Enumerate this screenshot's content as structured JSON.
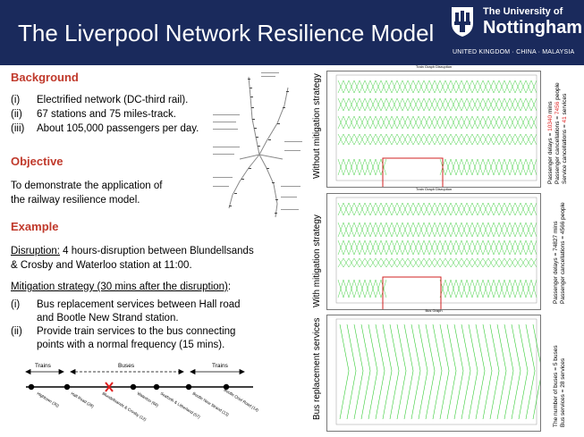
{
  "header": {
    "title": "The Liverpool Network Resilience Model",
    "university_line1": "The University of",
    "university_line2": "Nottingham",
    "campuses": "UNITED KINGDOM · CHINA · MALAYSIA"
  },
  "background": {
    "heading": "Background",
    "items": [
      {
        "num": "(i)",
        "text": "Electrified network (DC-third rail)."
      },
      {
        "num": "(ii)",
        "text": "67 stations and 75 miles-track."
      },
      {
        "num": "(iii)",
        "text": "About 105,000 passengers per day."
      }
    ]
  },
  "objective": {
    "heading": "Objective",
    "line1": "To demonstrate the application of",
    "line2": "the railway resilience model."
  },
  "example": {
    "heading": "Example",
    "disruption_label": "Disruption:",
    "disruption_line1": " 4 hours-disruption between Blundellsands",
    "disruption_line2": "& Crosby and Waterloo station at 11:00.",
    "mitigation_label": "Mitigation strategy (30 mins after the disruption)",
    "mitigation_colon": ":",
    "items": [
      {
        "num": "(i)",
        "line1": "Bus replacement services between Hall road",
        "line2": "and Bootle New Strand station."
      },
      {
        "num": "(ii)",
        "line1": "Provide train services to the bus connecting",
        "line2": "points with a normal frequency (15 mins)."
      }
    ]
  },
  "timeline": {
    "trains_left": "Trains",
    "buses": "Buses",
    "trains_right": "Trains",
    "stations": [
      "Hightown (30)",
      "Hall Road (28)",
      "Blundellsands & Crosby (12)",
      "Waterloo (66)",
      "Seaforth & Litherland (57)",
      "Bootle New Strand (13)",
      "Bootle Oriel Road (14)"
    ]
  },
  "panels": {
    "without": {
      "side_label": "Without mitigation strategy",
      "plot_title": "Train Graph Disruption",
      "delays_prefix": "Passenger delays = ",
      "delays_value": "10340",
      "delays_suffix": " mins",
      "cancel_prefix": "Passenger cancellations = ",
      "cancel_value": "7456",
      "cancel_suffix": " people",
      "service_prefix": "Service cancellations = ",
      "service_value": "41",
      "service_suffix": " services"
    },
    "with": {
      "side_label": "With mitigation strategy",
      "plot_title": "Train Graph Disruption",
      "delays": "Passenger delays = 74827 mins",
      "cancellations": "Passenger cancellations = 4566 people"
    },
    "bus": {
      "side_label": "Bus replacement services",
      "plot_title": "Bus Graph",
      "buses": "The number of buses = 5 buses",
      "services": "Bus services = 28 services"
    }
  },
  "colors": {
    "header_bg": "#1a2a5c",
    "heading_red": "#c0392b",
    "highlight_red": "#e02020",
    "plot_green": "#33cc33"
  }
}
